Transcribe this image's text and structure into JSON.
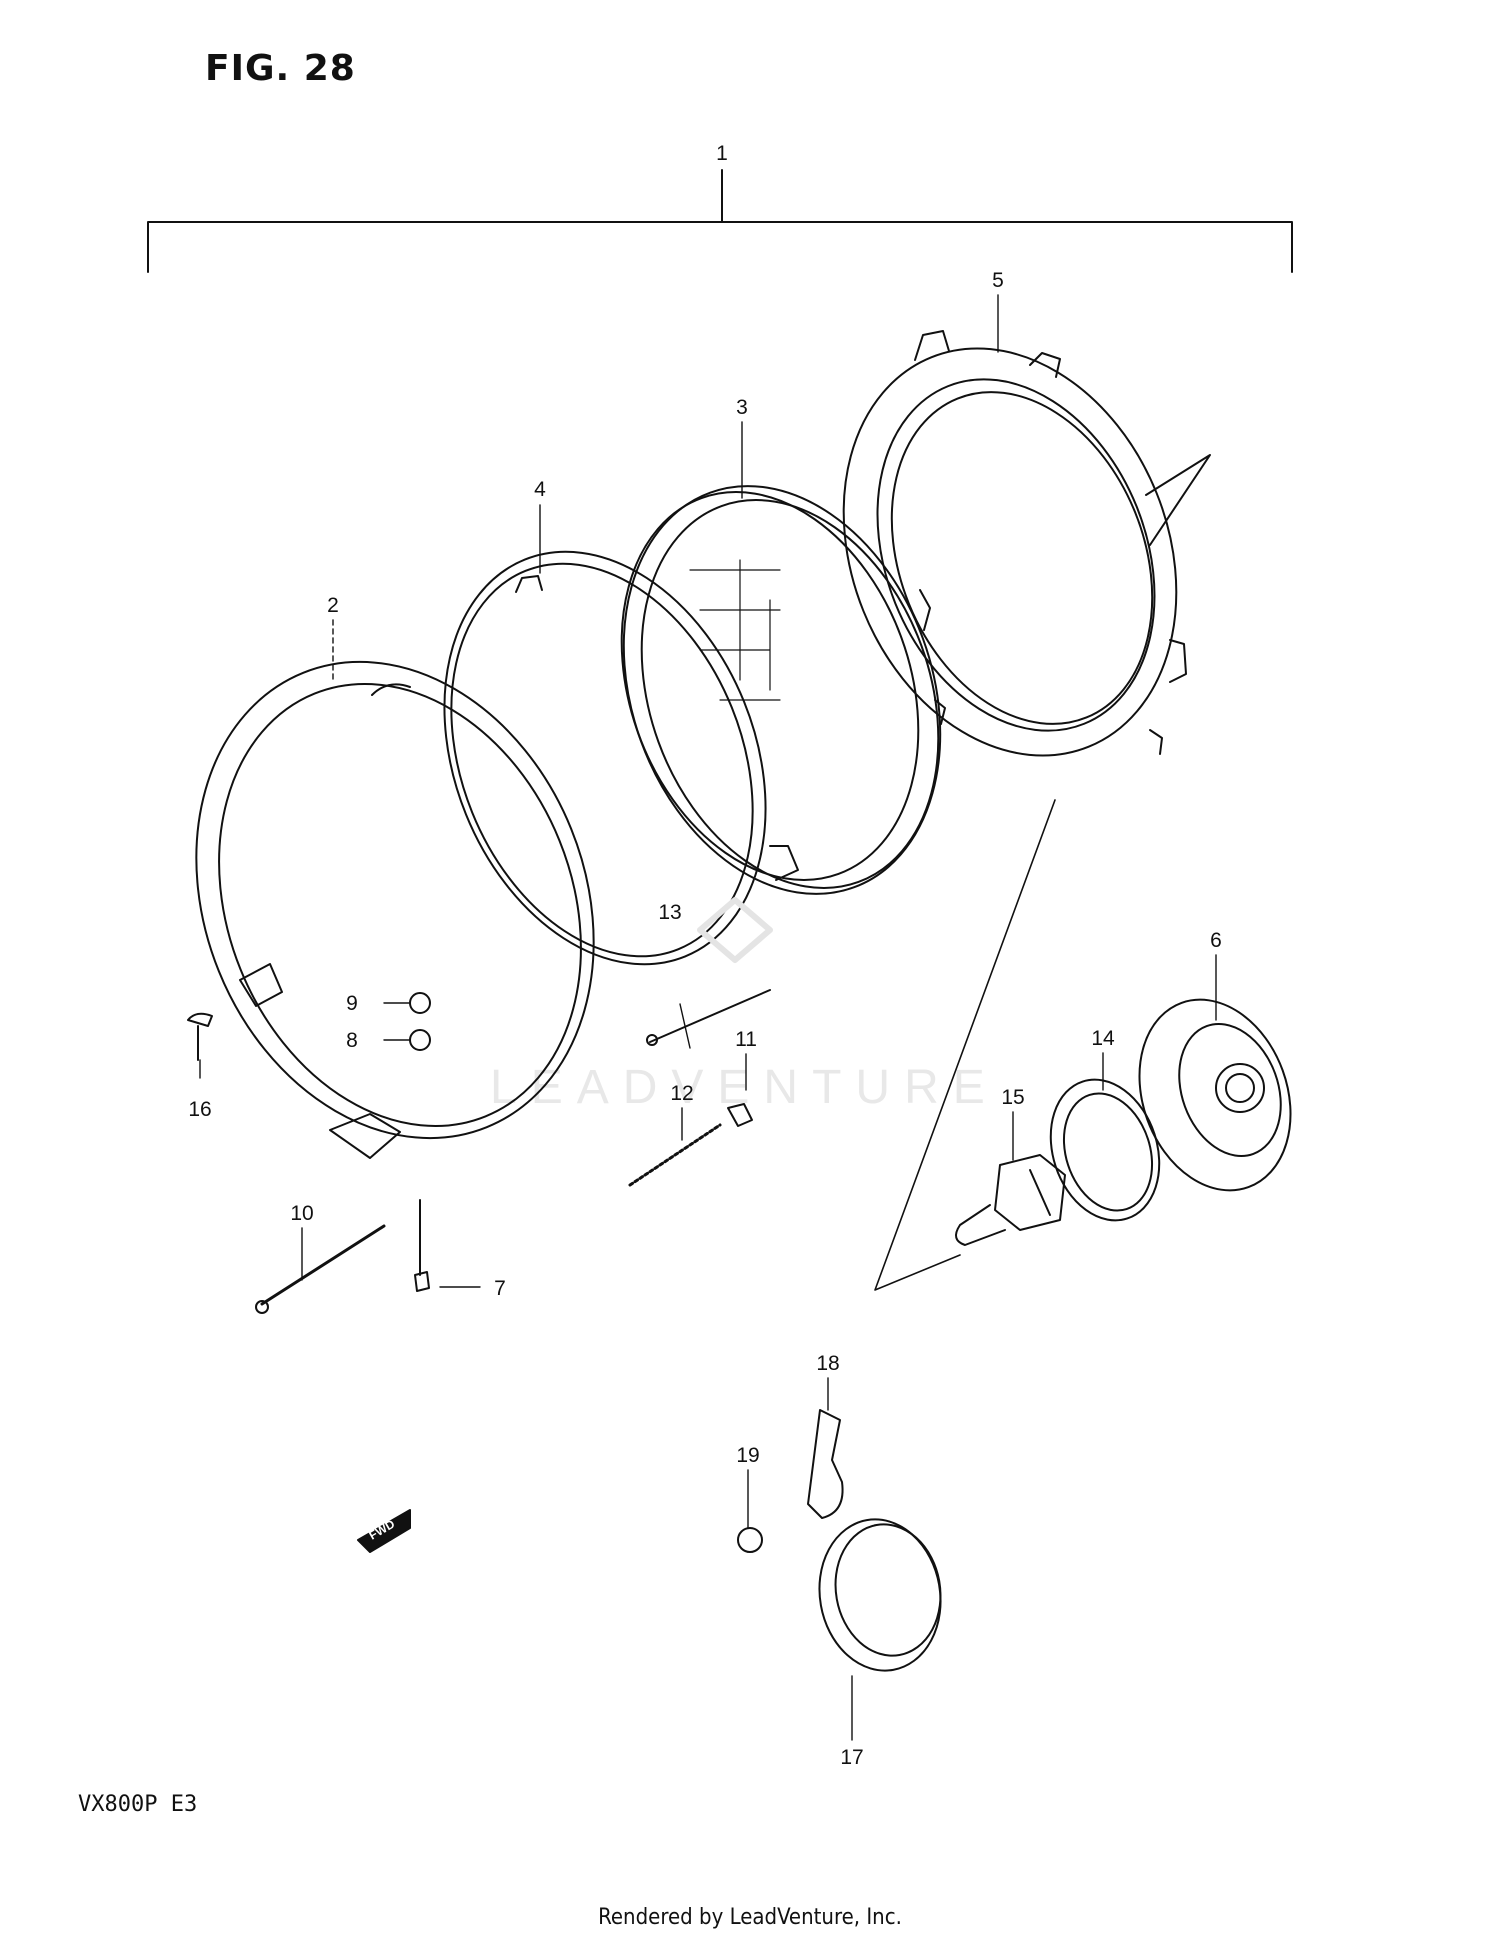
{
  "header": {
    "figure_title": "FIG. 28"
  },
  "footer": {
    "model_code": "VX800P  E3",
    "rendered_by": "Rendered by LeadVenture, Inc."
  },
  "watermark": {
    "text": "LEADVENTURE"
  },
  "fwd_arrow": {
    "label": "FWD"
  },
  "callouts": {
    "c1": "1",
    "c2": "2",
    "c3": "3",
    "c4": "4",
    "c5": "5",
    "c6": "6",
    "c7": "7",
    "c8": "8",
    "c9": "9",
    "c10": "10",
    "c11": "11",
    "c12": "12",
    "c13": "13",
    "c14": "14",
    "c15": "15",
    "c16": "16",
    "c17": "17",
    "c18": "18",
    "c19": "19"
  }
}
